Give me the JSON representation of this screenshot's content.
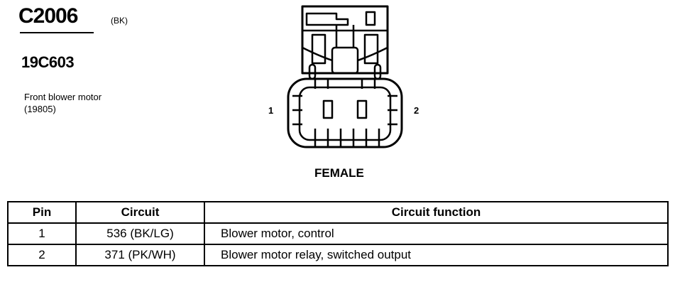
{
  "connector": {
    "id": "C2006",
    "color_code": "(BK)",
    "part_number": "19C603",
    "description_line1": "Front blower motor",
    "description_line2": "(19805)",
    "gender": "FEMALE",
    "pin_labels": [
      "1",
      "2"
    ]
  },
  "table": {
    "headers": {
      "pin": "Pin",
      "circuit": "Circuit",
      "function": "Circuit function"
    },
    "rows": [
      {
        "pin": "1",
        "circuit": "536 (BK/LG)",
        "function": "Blower motor, control"
      },
      {
        "pin": "2",
        "circuit": "371 (PK/WH)",
        "function": "Blower motor relay, switched output"
      }
    ]
  }
}
